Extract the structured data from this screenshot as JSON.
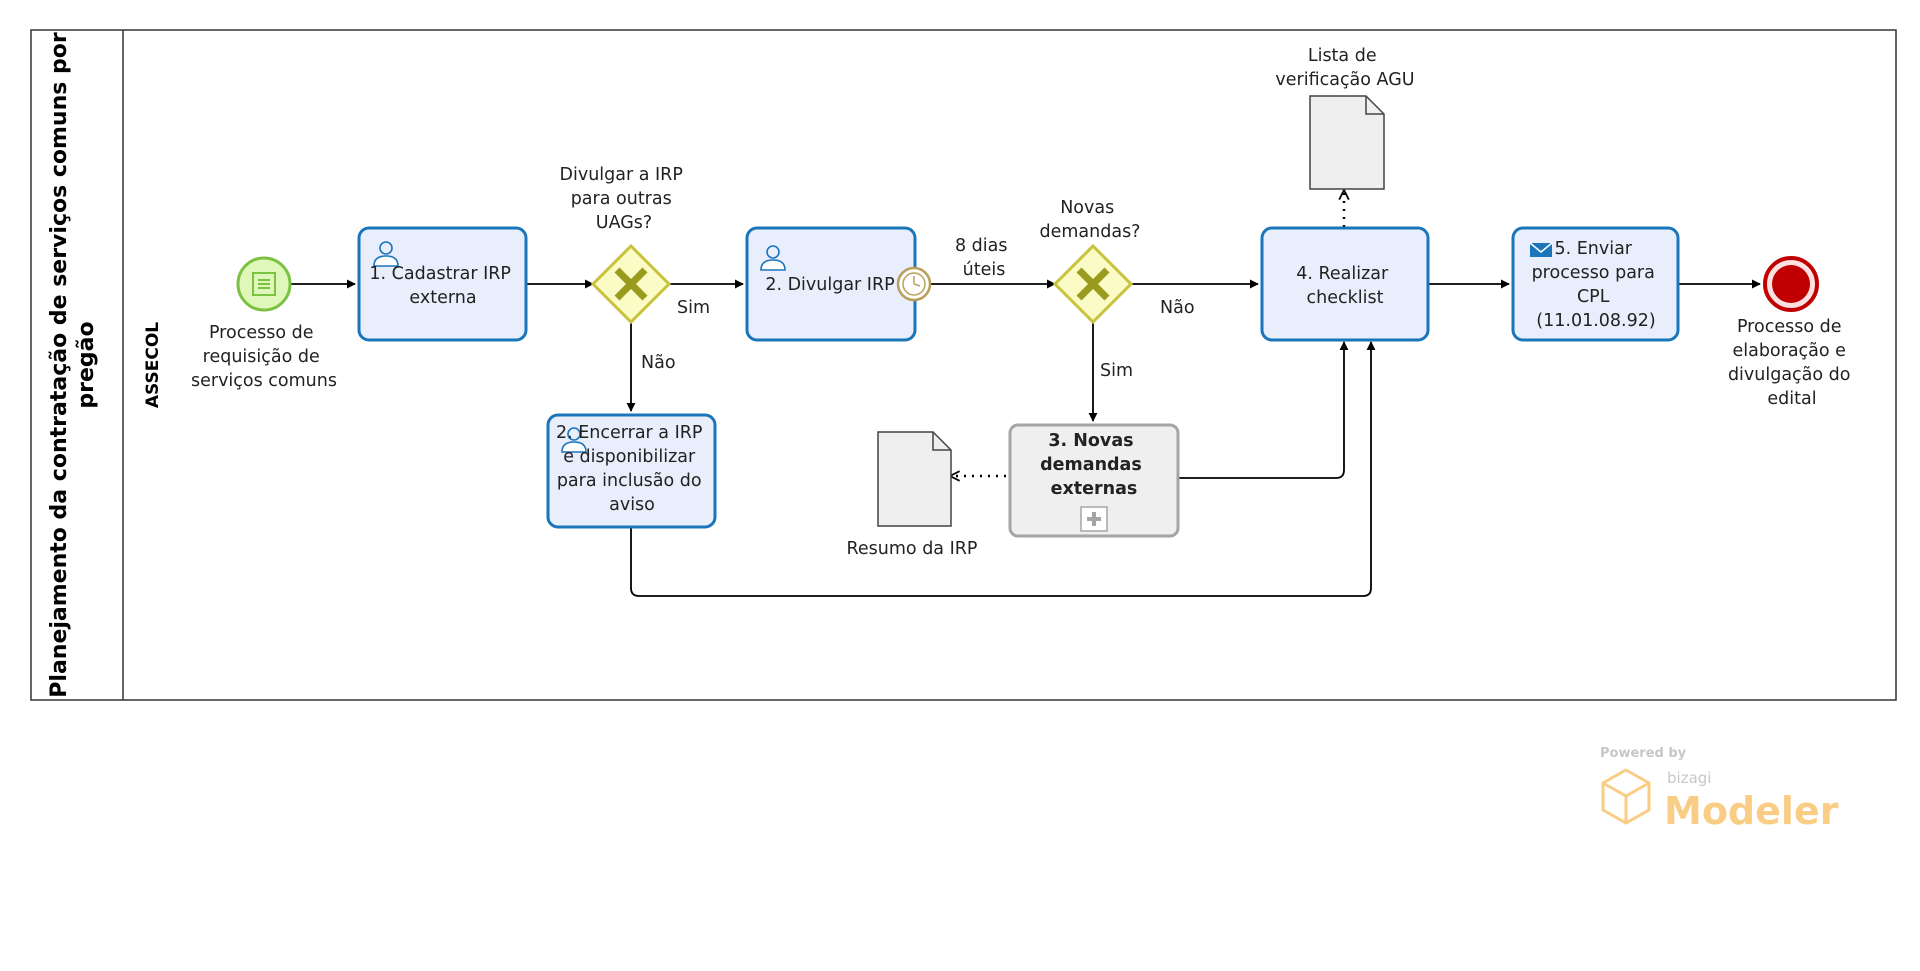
{
  "pool": {
    "title_line1": "Planejamento da contratação de serviços comuns por",
    "title_line2": "pregão",
    "lane": "ASSECOL"
  },
  "events": {
    "start_label": [
      "Processo de",
      "requisição de",
      "serviços comuns"
    ],
    "end_label": [
      "Processo de",
      "elaboração e",
      "divulgação do",
      "edital"
    ]
  },
  "tasks": {
    "t1": [
      "1. Cadastrar IRP",
      "externa"
    ],
    "t2": [
      "2. Divulgar IRP"
    ],
    "t2b": [
      "2. Encerrar a IRP",
      "e disponibilizar",
      "para inclusão do",
      "aviso"
    ],
    "t3": [
      "3. Novas",
      "demandas",
      "externas"
    ],
    "t4": [
      "4. Realizar",
      "checklist"
    ],
    "t5": [
      "5. Enviar",
      "processo para",
      "CPL",
      "(11.01.08.92)"
    ]
  },
  "gateways": {
    "g1": [
      "Divulgar a IRP",
      "para outras",
      "UAGs?"
    ],
    "g2": [
      "Novas",
      "demandas?"
    ]
  },
  "flow_labels": {
    "sim1": "Sim",
    "nao1": "Não",
    "timer": [
      "8 dias",
      "úteis"
    ],
    "nao2": "Não",
    "sim2": "Sim"
  },
  "artifacts": {
    "doc_checklist": [
      "Lista de",
      "verificação AGU"
    ],
    "doc_resumo": "Resumo da IRP"
  },
  "branding": {
    "powered_by": "Powered by",
    "brand": "bizagi",
    "product": "Modeler"
  },
  "colors": {
    "task_fill": "#e8eefb",
    "task_stroke": "#1b75bb",
    "gateway_fill": "#fbfbc6",
    "gateway_stroke": "#c8c23c",
    "gateway_mark": "#9a9a1e",
    "start_fill": "#dff7b8",
    "start_stroke": "#7cc242",
    "end_fill": "#c00000",
    "subprocess_fill": "#efefef",
    "subprocess_stroke": "#a5a5a5",
    "brand_color": "#f5a623"
  }
}
